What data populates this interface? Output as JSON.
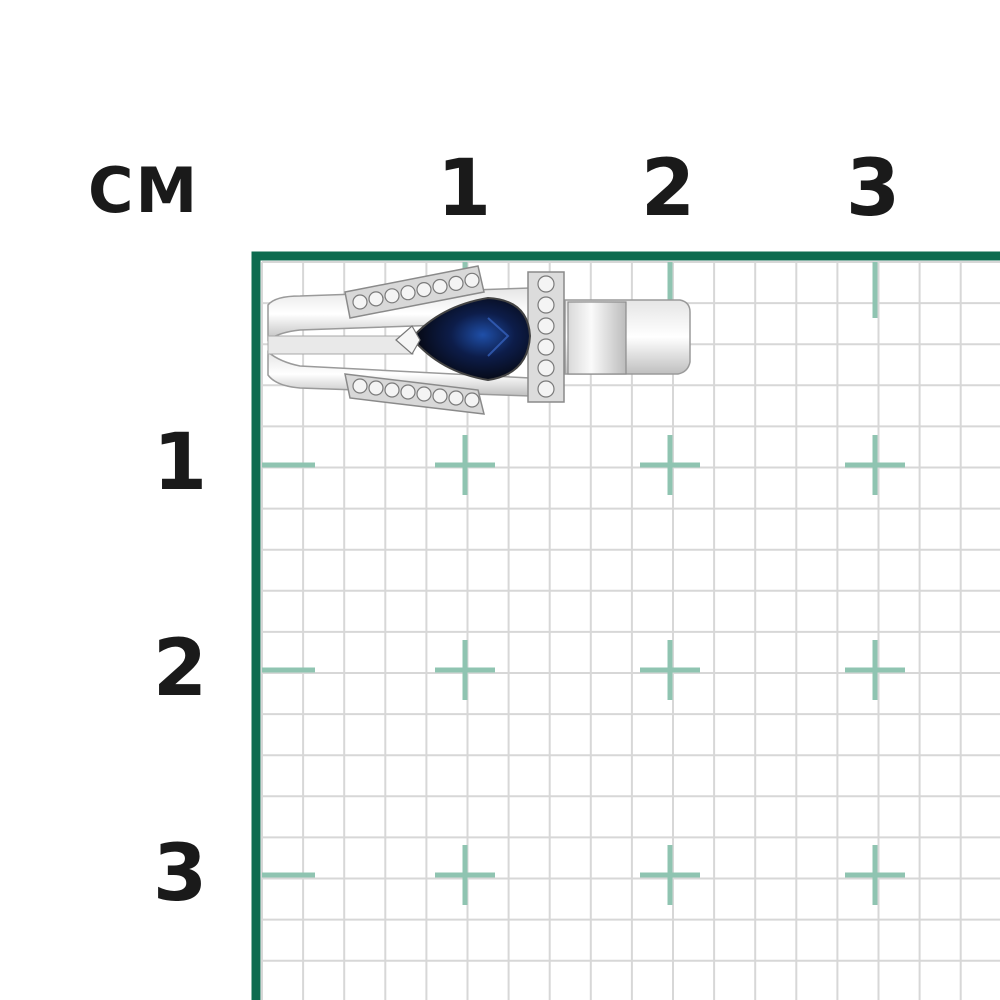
{
  "ruler": {
    "unit": "CM",
    "x_labels": [
      "1",
      "2",
      "3"
    ],
    "y_labels": [
      "1",
      "2",
      "3"
    ]
  },
  "colors": {
    "frame": "#0d6b4f",
    "grid": "#d7d7d7",
    "cross": "#8fc4b1",
    "text": "#1a1a1a"
  },
  "subject": {
    "icon": "ring-icon",
    "stone": "sapphire-icon"
  }
}
